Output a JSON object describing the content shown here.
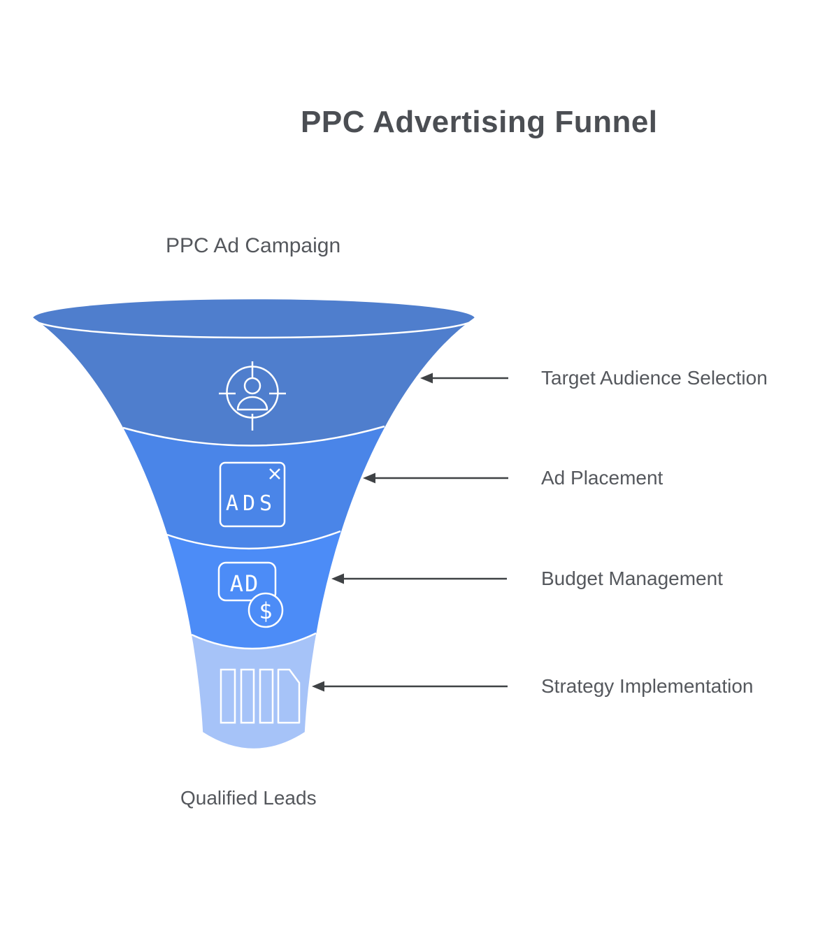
{
  "title": "PPC Advertising Funnel",
  "funnel": {
    "top_label": "PPC Ad Campaign",
    "bottom_label": "Qualified Leads",
    "stages": [
      {
        "label": "Target Audience Selection",
        "icon": "target-audience-icon",
        "color": "#4f7ecd"
      },
      {
        "label": "Ad Placement",
        "icon": "ads-box-icon",
        "color": "#4a85e8"
      },
      {
        "label": "Budget Management",
        "icon": "ad-budget-icon",
        "color": "#4c8cf7"
      },
      {
        "label": "Strategy Implementation",
        "icon": "strategy-docs-icon",
        "color": "#a6c3f8"
      }
    ],
    "icons": {
      "ads_text": "ADS",
      "ad_text": "AD",
      "dollar_text": "$"
    }
  },
  "colors": {
    "outline": "#ffffff",
    "arrow": "#3f4245",
    "title_text": "#4b4e53",
    "label_text": "#55585d"
  }
}
